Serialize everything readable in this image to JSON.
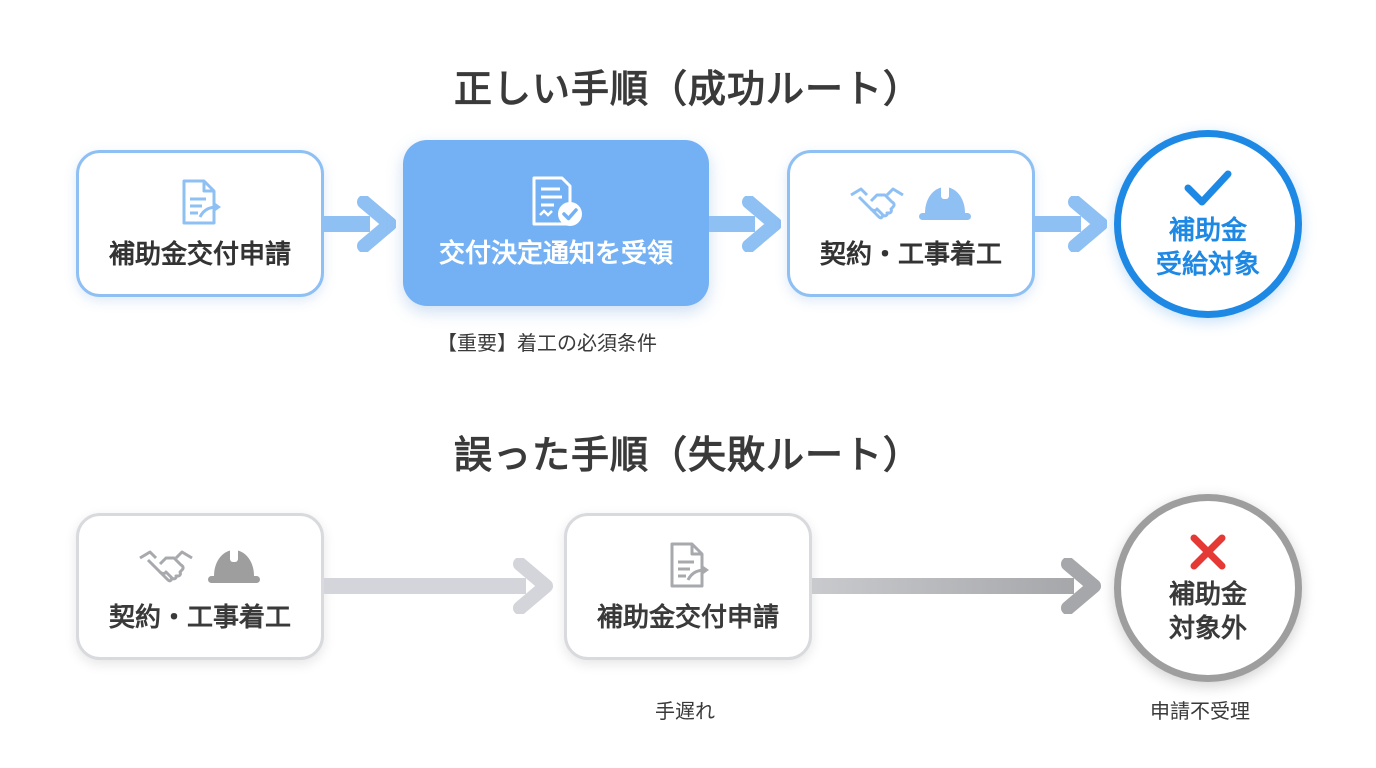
{
  "success_route": {
    "title": "正しい手順（成功ルート）",
    "steps": [
      {
        "label": "補助金交付申請",
        "icon": "document-send-icon"
      },
      {
        "label": "交付決定通知を受領",
        "icon": "document-check-icon"
      },
      {
        "label": "契約・工事着工",
        "icons": [
          "handshake-icon",
          "hard-hat-icon"
        ]
      }
    ],
    "result": {
      "line1": "補助金",
      "line2": "受給対象",
      "icon": "checkmark-icon"
    },
    "note": "【重要】着工の必須条件"
  },
  "failure_route": {
    "title": "誤った手順（失敗ルート）",
    "steps": [
      {
        "label": "契約・工事着工",
        "icons": [
          "handshake-icon",
          "hard-hat-icon"
        ]
      },
      {
        "label": "補助金交付申請",
        "icon": "document-send-icon"
      }
    ],
    "result": {
      "line1": "補助金",
      "line2": "対象外",
      "icon": "cross-icon"
    },
    "note_late": "手遅れ",
    "note_rejected": "申請不受理"
  },
  "colors": {
    "primary_blue": "#1e88e5",
    "light_blue": "#74b1f4",
    "pale_blue": "#8fc0f4",
    "gray": "#9e9e9e",
    "light_gray": "#d3d5da",
    "error_red": "#e53935"
  }
}
